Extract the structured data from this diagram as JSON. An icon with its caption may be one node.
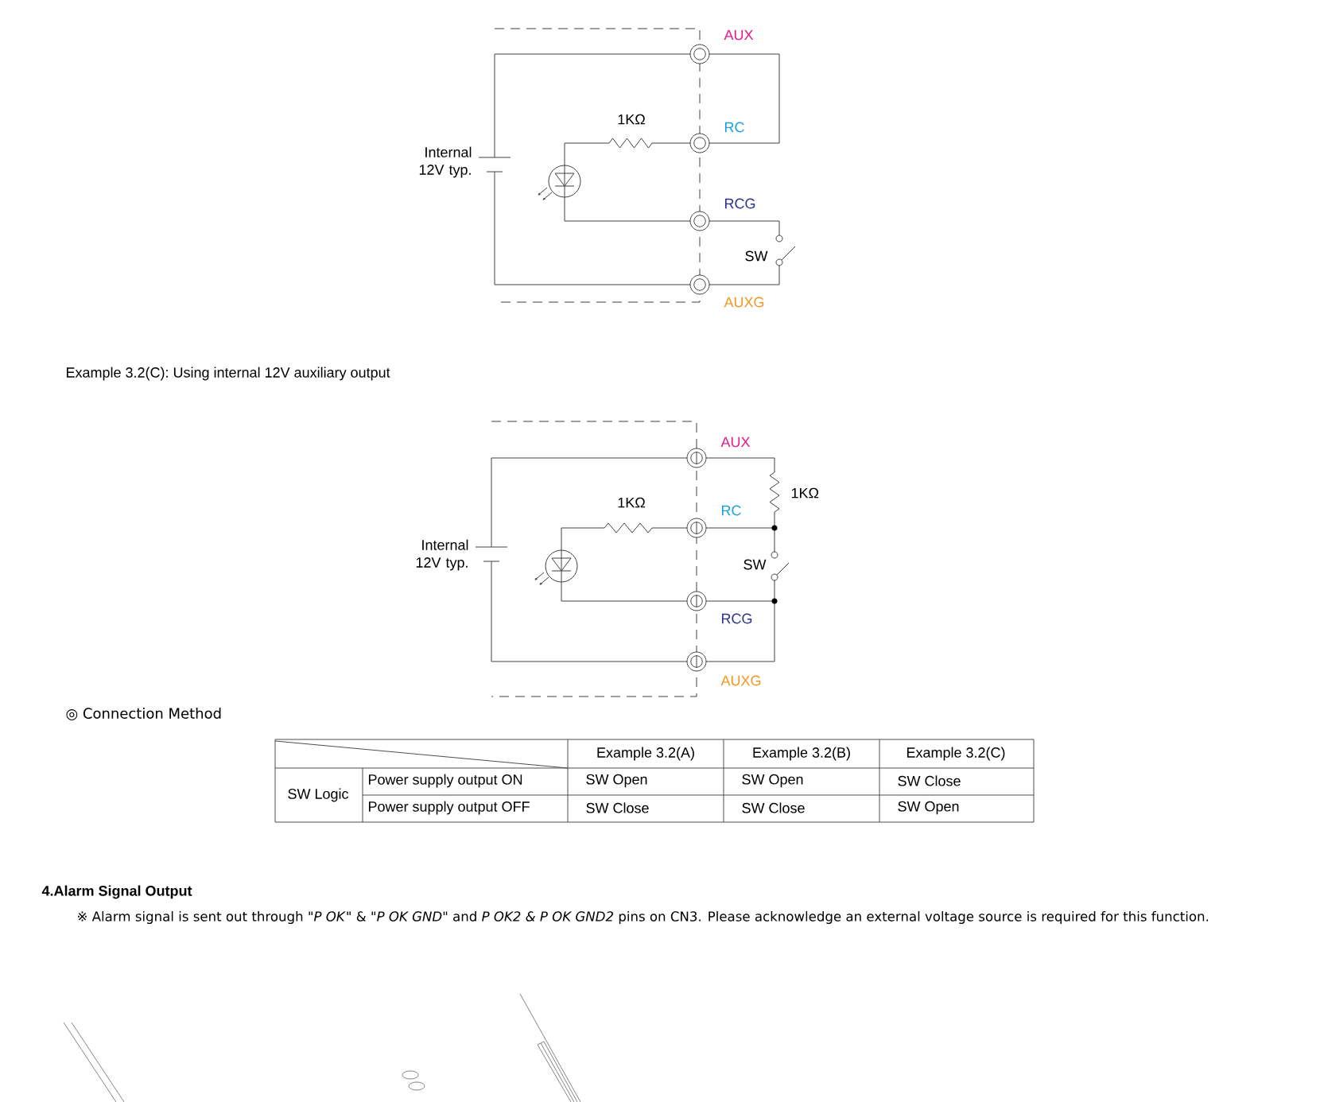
{
  "diagram": {
    "labels": [
      "AUX",
      "1KΩ",
      "RC",
      "Internal 12V typ.",
      "RCG",
      "SW",
      "AUXG",
      "Example 3.2(C): Using internal 12V auxiliary output",
      "AUX",
      "1KΩ",
      "1KΩ",
      "RC",
      "Internal 12V typ.",
      "SW",
      "RCG",
      "AUXG",
      "◎ Connection Method",
      "Example 3.2(A)",
      "Example 3.2(B)",
      "Example 3.2(C)",
      "SW Logic",
      "Power supply output ON",
      "SW Open",
      "SW Open",
      "SW Close",
      "Power supply output OFF",
      "SW Close",
      "SW Close",
      "SW Open",
      "4.Alarm Signal Output",
      "※ Alarm signal is sent out through \"*P OK*\" & \"*P OK GND*\" and *P OK2 & P OK GND2* pins on CN3. Please acknowledge an external voltage source is required for this function."
    ]
  }
}
